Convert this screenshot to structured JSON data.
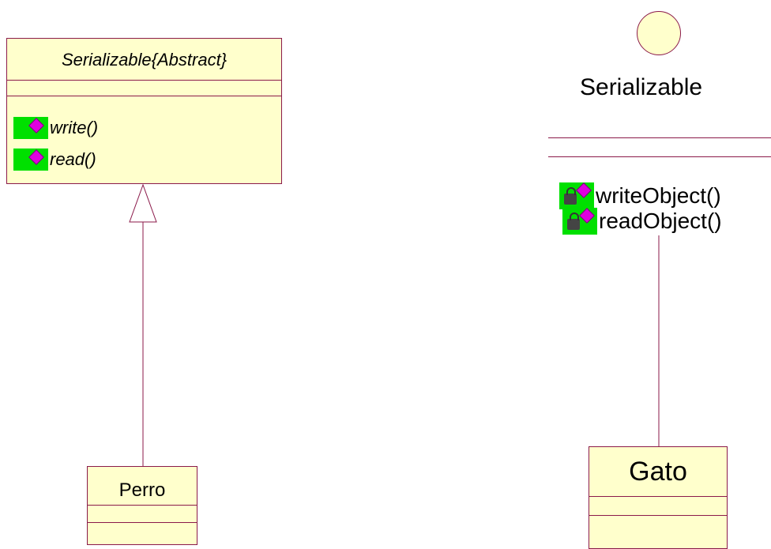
{
  "abstract_class": {
    "name": "Serializable{Abstract}",
    "operations": [
      "write()",
      "read()"
    ],
    "operation_icon": "public-operation-icon"
  },
  "interface": {
    "name": "Serializable",
    "operations": [
      "writeObject()",
      "readObject()"
    ],
    "operation_icon": "private-operation-lock-icon"
  },
  "classes": {
    "perro": "Perro",
    "gato": "Gato"
  },
  "relations": [
    {
      "type": "generalization",
      "from": "Perro",
      "to": "Serializable{Abstract}"
    },
    {
      "type": "realization",
      "from": "Gato",
      "to": "Serializable"
    }
  ],
  "colors": {
    "class_fill": "#ffffcc",
    "border": "#8b1a4a",
    "icon_background": "#00e000",
    "icon_gem": "#e000e0"
  }
}
